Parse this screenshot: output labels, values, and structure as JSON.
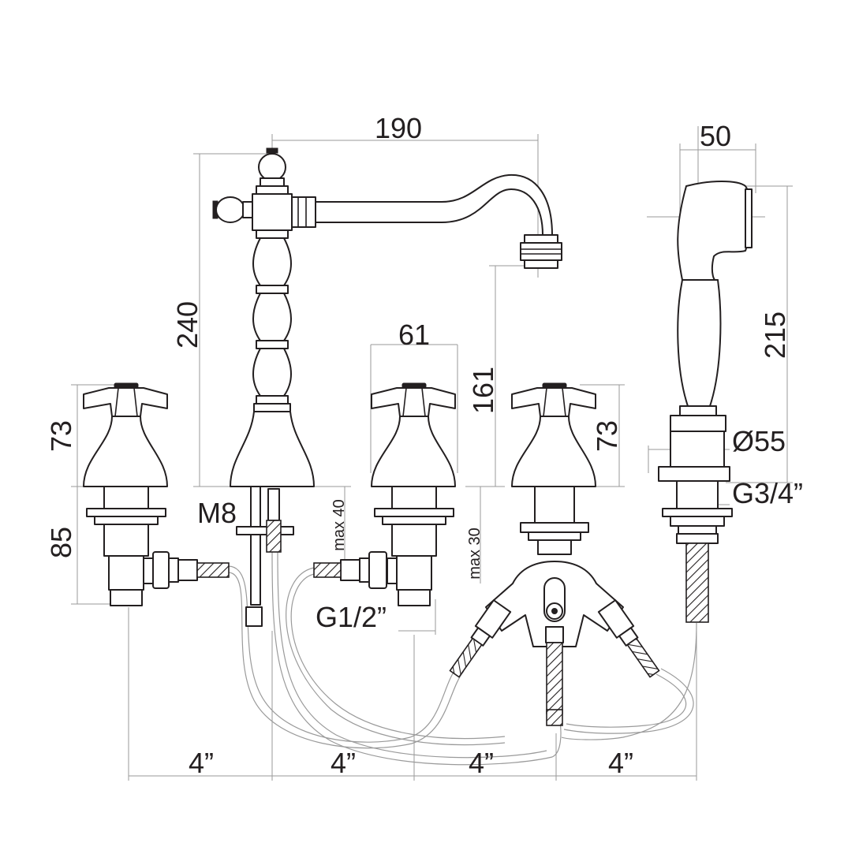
{
  "dimensions": {
    "spout_reach": "190",
    "spout_height": "240",
    "spout_outlet_height": "161",
    "handle_width": "61",
    "handle_height_left": "73",
    "handle_height_right": "73",
    "valve_body_height": "85",
    "handshower_width": "50",
    "handshower_length": "215",
    "handshower_base_diameter": "Ø55",
    "handshower_thread": "G3/4”",
    "spout_thread": "M8",
    "inlet_thread": "G1/2”",
    "max_deck_spout": "max 40",
    "max_deck_valve": "max 30",
    "spacing_1": "4”",
    "spacing_2": "4”",
    "spacing_3": "4”",
    "spacing_4": "4”"
  },
  "colors": {
    "line": "#231f20",
    "dimension_line": "#9a9a9a",
    "background": "#ffffff"
  }
}
